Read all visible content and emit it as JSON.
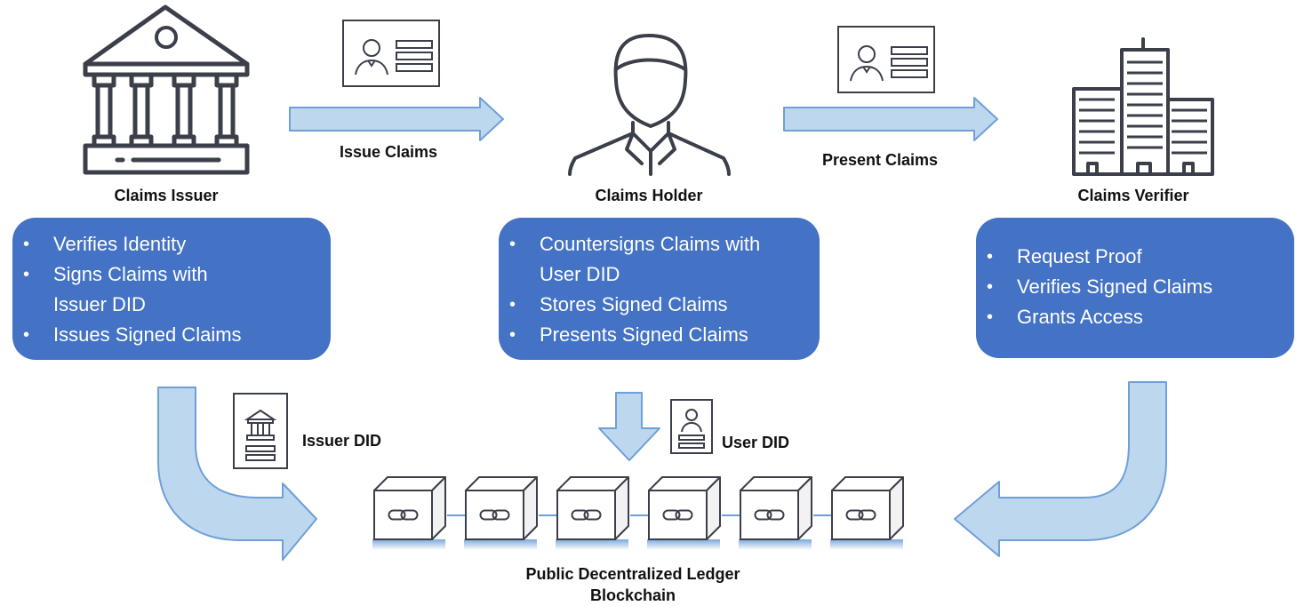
{
  "roles": {
    "issuer": {
      "title": "Claims Issuer",
      "bullets": [
        "Verifies Identity",
        "Signs Claims with Issuer DID",
        "Issues Signed Claims"
      ]
    },
    "holder": {
      "title": "Claims Holder",
      "bullets": [
        "Countersigns Claims with User DID",
        "Stores Signed Claims",
        "Presents Signed Claims"
      ]
    },
    "verifier": {
      "title": "Claims Verifier",
      "bullets": [
        "Request Proof",
        "Verifies Signed Claims",
        "Grants Access"
      ]
    }
  },
  "flows": {
    "issue": "Issue Claims",
    "present": "Present Claims",
    "issuer_did": "Issuer DID",
    "user_did": "User DID"
  },
  "ledger": {
    "line1": "Public Decentralized Ledger",
    "line2": "Blockchain",
    "block_count": 6
  },
  "colors": {
    "box": "#4472c4",
    "arrow_fill": "#bdd7ee",
    "arrow_stroke": "#6f9fd8",
    "icon_stroke": "#3b3f4a"
  }
}
